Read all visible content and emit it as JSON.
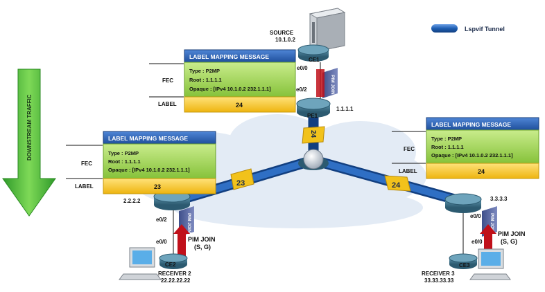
{
  "colors": {
    "tunnel": "#1e5fb3",
    "label_header": "#2a64b8",
    "fec_box": "#9ad14a",
    "label_row": "#f2c21b",
    "arrow_green": "#4cb83a",
    "pim_red": "#c0101a",
    "cloud": "#dfe8f4",
    "router": "#3c6f86",
    "tag": "#f2c21b"
  },
  "legend": {
    "label": "Lspvif Tunnel"
  },
  "downstream": {
    "label": "DOWNSTREAM TRAFFIC"
  },
  "source": {
    "title": "SOURCE",
    "ip": "10.1.0.2"
  },
  "ce1": {
    "name": "CE1",
    "iface_e00": "e0/0"
  },
  "pe1": {
    "name": "PE1",
    "iface_e02": "e0/2",
    "ip": "1.1.1.1"
  },
  "pim_top": {
    "label": "PIM JOIN"
  },
  "center": {
    "tag_pe1": "24",
    "tag_left": "23",
    "tag_right": "24"
  },
  "left_router": {
    "ip": "2.2.2.2",
    "iface_e02": "e0/2",
    "iface_e00": "e0/0"
  },
  "ce2": {
    "name": "CE2"
  },
  "receiver2": {
    "title": "RECEIVER 2",
    "ip": "22.22.22.22"
  },
  "pim_left": {
    "tag": "PIM JOIN",
    "text": "PIM JOIN",
    "sg": "(S, G)"
  },
  "right_router": {
    "ip": "3.3.3.3",
    "iface_e00_top": "e0/0",
    "iface_e00_bot": "e0/0"
  },
  "ce3": {
    "name": "CE3"
  },
  "receiver3": {
    "title": "RECEIVER 3",
    "ip": "33.33.33.33"
  },
  "pim_right": {
    "tag": "PIM JOIN",
    "text": "PIM JOIN",
    "sg": "(S, G)"
  },
  "msg_top": {
    "header": "LABEL MAPPING MESSAGE",
    "fec_label": "FEC",
    "label_label": "LABEL",
    "type": "Type : P2MP",
    "root": "Root : 1.1.1.1",
    "opaque": "Opaque : [IPv4 10.1.0.2 232.1.1.1]",
    "label": "24"
  },
  "msg_left": {
    "header": "LABEL MAPPING MESSAGE",
    "fec_label": "FEC",
    "label_label": "LABEL",
    "type": "Type : P2MP",
    "root": "Root : 1.1.1.1",
    "opaque": "Opaque : [IPv4 10.1.0.2 232.1.1.1]",
    "label": "23"
  },
  "msg_right": {
    "header": "LABEL MAPPING MESSAGE",
    "fec_label": "FEC",
    "label_label": "LABEL",
    "type": "Type : P2MP",
    "root": "Root : 1.1.1.1",
    "opaque": "Opaque : [IPv4 10.1.0.2 232.1.1.1]",
    "label": "24"
  }
}
